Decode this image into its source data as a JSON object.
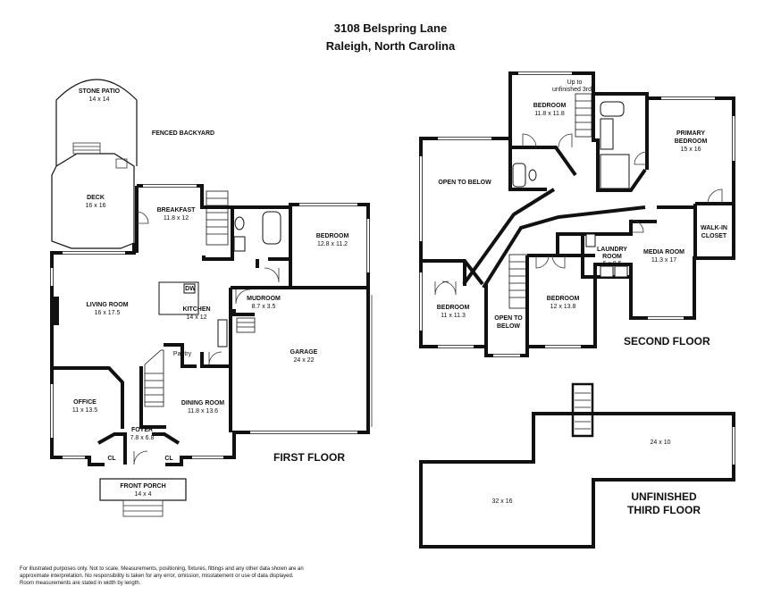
{
  "header": {
    "address_line1": "3108 Belspring Lane",
    "address_line2": "Raleigh, North Carolina"
  },
  "first_floor": {
    "label": "FIRST FLOOR",
    "rooms": {
      "stone_patio": {
        "name": "STONE PATIO",
        "dims": "14 x 14"
      },
      "fenced_backyard": {
        "name": "FENCED BACKYARD"
      },
      "deck": {
        "name": "DECK",
        "dims": "16 x 16"
      },
      "breakfast": {
        "name": "BREAKFAST",
        "dims": "11.8 x 12"
      },
      "bedroom": {
        "name": "BEDROOM",
        "dims": "12.8 x 11.2"
      },
      "living_room": {
        "name": "LIVING ROOM",
        "dims": "16 x 17.5"
      },
      "kitchen": {
        "name": "KITCHEN",
        "dims": "14 x 12"
      },
      "dw": {
        "name": "DW"
      },
      "mudroom": {
        "name": "MUDROOM",
        "dims": "8.7 x 3.5"
      },
      "garage": {
        "name": "GARAGE",
        "dims": "24 x 22"
      },
      "pantry": {
        "name": "Pantry"
      },
      "office": {
        "name": "OFFICE",
        "dims": "11 x 13.5"
      },
      "dining_room": {
        "name": "DINING ROOM",
        "dims": "11.8 x 13.6"
      },
      "foyer": {
        "name": "FOYER",
        "dims": "7.8 x 6.8"
      },
      "closet_left": {
        "name": "CL"
      },
      "closet_right": {
        "name": "CL"
      },
      "front_porch": {
        "name": "FRONT PORCH",
        "dims": "14 x 4"
      }
    }
  },
  "second_floor": {
    "label": "SECOND FLOOR",
    "rooms": {
      "up_to_third": {
        "line1": "Up to",
        "line2": "unfinished 3rd"
      },
      "bedroom_top": {
        "name": "BEDROOM",
        "dims": "11.8 x 11.8"
      },
      "primary_bedroom": {
        "line1": "PRIMARY",
        "line2": "BEDROOM",
        "dims": "15 x 16"
      },
      "open_to_below_top": {
        "name": "OPEN TO BELOW"
      },
      "walk_in_closet": {
        "line1": "WALK-IN",
        "line2": "CLOSET"
      },
      "laundry_room": {
        "line1": "LAUNDRY",
        "line2": "ROOM",
        "dims": "6 x 8.5"
      },
      "media_room": {
        "name": "MEDIA ROOM",
        "dims": "11.3 x 17"
      },
      "bedroom_left": {
        "name": "BEDROOM",
        "dims": "11 x 11.3"
      },
      "bedroom_mid": {
        "name": "BEDROOM",
        "dims": "12 x 13.8"
      },
      "open_to_below_bottom": {
        "line1": "OPEN TO",
        "line2": "BELOW"
      }
    }
  },
  "third_floor": {
    "line1": "UNFINISHED",
    "line2": "THIRD FLOOR",
    "area_right": {
      "dims": "24 x 10"
    },
    "area_left": {
      "dims": "32 x 16"
    }
  },
  "disclaimer": {
    "line1": "For illustrated purposes only. Not to scale. Measurements, positioning, fixtures, fittings and any other data shown are an",
    "line2": "approximate interpretation. No responsibility is taken for any error, omission, misstatement or use of data displayed.",
    "line3": "Room measurements are stated in width by length."
  }
}
